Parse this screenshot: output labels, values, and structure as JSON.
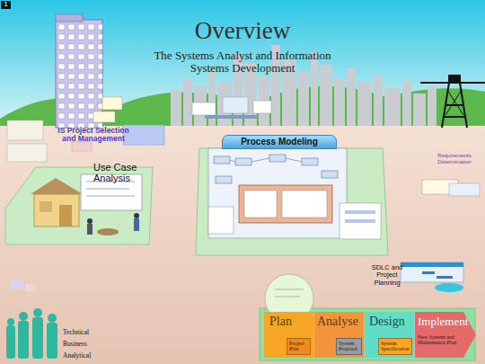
{
  "diagram": {
    "title": "Overview",
    "nodes": [
      {
        "text": [
          "Process Modeling"
        ]
      },
      {
        "text": [
          "Plan"
        ]
      },
      {
        "text": [
          "Project Plan"
        ],
        "in": 1
      },
      {
        "text": [
          "Analyse"
        ]
      },
      {
        "text": [
          "System Proposal"
        ],
        "in": 3
      },
      {
        "text": [
          "Design"
        ]
      },
      {
        "text": [
          "System Specification"
        ],
        "in": 5
      },
      {
        "text": [
          "Implement"
        ]
      },
      {
        "text": [
          "New System and Maintenance Plan"
        ],
        "in": 7
      }
    ],
    "labels": [
      "1",
      "The Systems Analyst and Information Systems Development",
      "IS Project Selection and Management",
      "Use Case Analysis",
      "Requirements Determination",
      "SDLC and Project Planning",
      "Technical",
      "Business",
      "Analytical"
    ]
  }
}
